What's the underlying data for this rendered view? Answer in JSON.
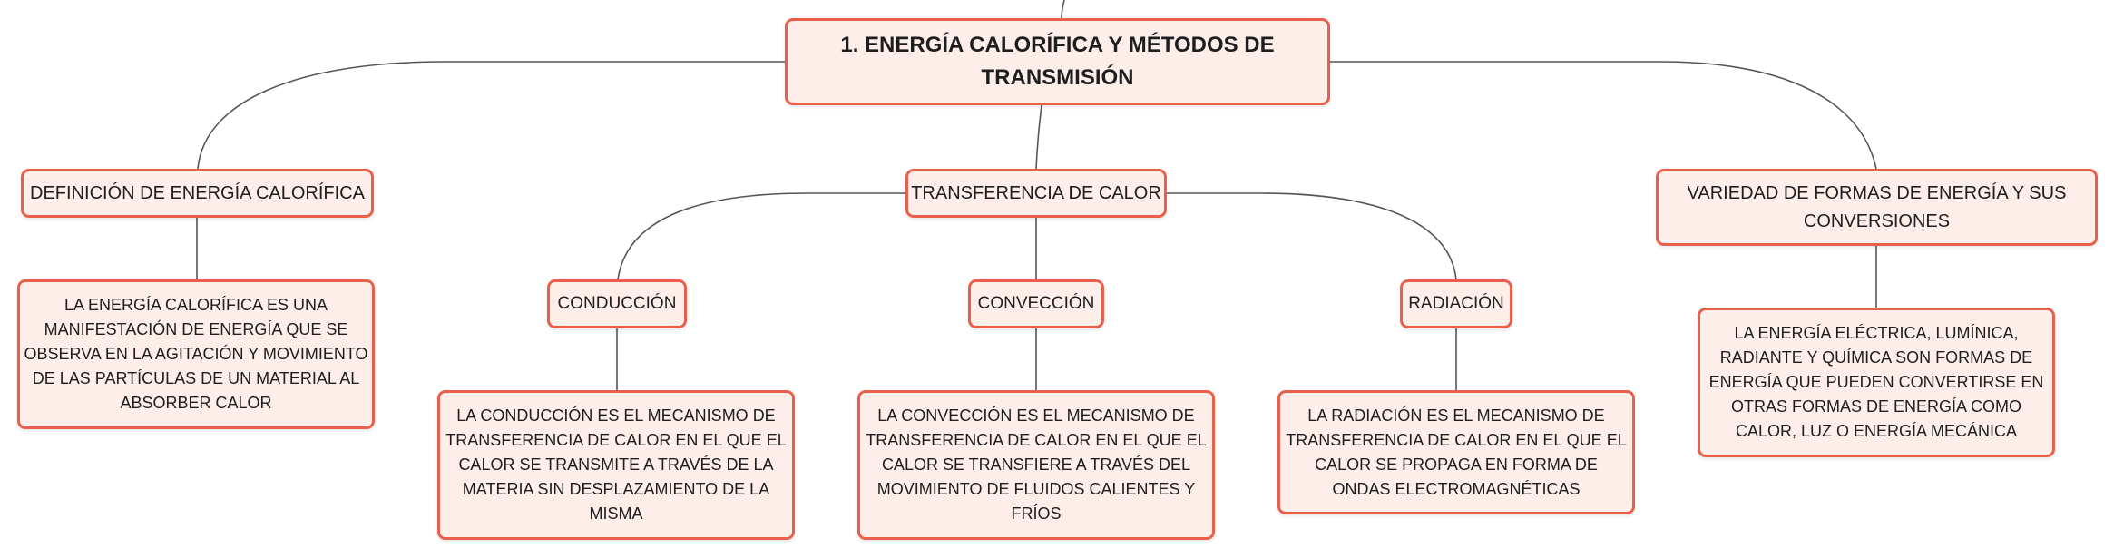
{
  "colors": {
    "node_fill": "#fdeeea",
    "node_border": "#e8604c",
    "connector": "#555555",
    "text": "#1e1e1e"
  },
  "mindmap": {
    "root": {
      "title": "1. ENERGÍA CALORÍFICA Y MÉTODOS DE TRANSMISIÓN"
    },
    "definition": {
      "label": "DEFINICIÓN DE ENERGÍA CALORÍFICA",
      "description": "LA ENERGÍA CALORÍFICA ES UNA MANIFESTACIÓN DE ENERGÍA QUE SE OBSERVA EN LA AGITACIÓN Y MOVIMIENTO DE LAS PARTÍCULAS DE UN MATERIAL AL ABSORBER CALOR"
    },
    "transfer": {
      "label": "TRANSFERENCIA DE CALOR",
      "conduction": {
        "label": "CONDUCCIÓN",
        "description": "LA CONDUCCIÓN ES EL MECANISMO DE TRANSFERENCIA DE CALOR EN EL QUE EL CALOR SE TRANSMITE A TRAVÉS DE LA MATERIA SIN DESPLAZAMIENTO DE LA MISMA"
      },
      "convection": {
        "label": "CONVECCIÓN",
        "description": "LA CONVECCIÓN ES EL MECANISMO DE TRANSFERENCIA DE CALOR EN EL QUE EL CALOR SE TRANSFIERE A TRAVÉS DEL MOVIMIENTO DE FLUIDOS CALIENTES Y FRÍOS"
      },
      "radiation": {
        "label": "RADIACIÓN",
        "description": "LA RADIACIÓN ES EL MECANISMO DE TRANSFERENCIA DE CALOR EN EL QUE EL CALOR SE PROPAGA EN FORMA DE ONDAS ELECTROMAGNÉTICAS"
      }
    },
    "variety": {
      "label": "VARIEDAD DE FORMAS DE ENERGÍA Y SUS CONVERSIONES",
      "description": "LA ENERGÍA ELÉCTRICA, LUMÍNICA, RADIANTE Y QUÍMICA SON FORMAS DE ENERGÍA QUE PUEDEN CONVERTIRSE EN OTRAS FORMAS DE ENERGÍA COMO CALOR, LUZ O ENERGÍA MECÁNICA"
    }
  }
}
